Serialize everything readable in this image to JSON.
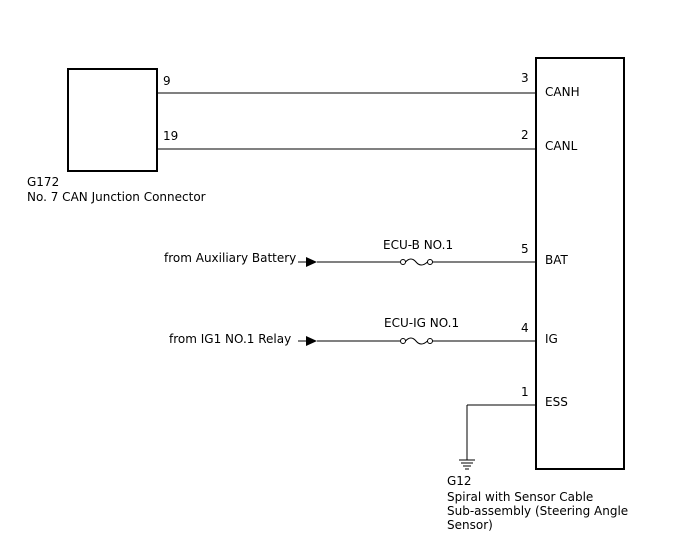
{
  "connector_g172": {
    "code": "G172",
    "name": "No. 7 CAN Junction Connector",
    "pin_canh": "9",
    "pin_canl": "19"
  },
  "sensor_g12": {
    "code": "G12",
    "name_lines": [
      "Spiral with Sensor Cable",
      "Sub-assembly (Steering Angle",
      "Sensor)"
    ],
    "pins": {
      "canh": {
        "num": "3",
        "label": "CANH"
      },
      "canl": {
        "num": "2",
        "label": "CANL"
      },
      "bat": {
        "num": "5",
        "label": "BAT"
      },
      "ig": {
        "num": "4",
        "label": "IG"
      },
      "ess": {
        "num": "1",
        "label": "ESS"
      }
    }
  },
  "sources": {
    "aux_battery": "from Auxiliary Battery",
    "ig1_relay": "from IG1 NO.1 Relay"
  },
  "fuses": {
    "ecu_b": "ECU-B NO.1",
    "ecu_ig": "ECU-IG NO.1"
  }
}
